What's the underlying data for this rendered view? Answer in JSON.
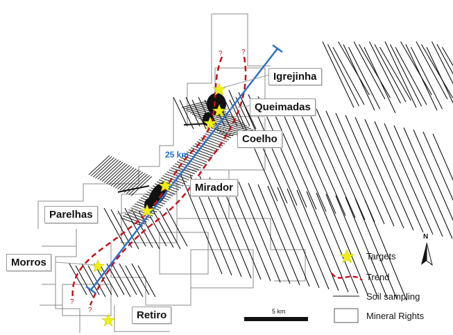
{
  "targets": [
    "Igrejinha",
    "Queimadas",
    "Coelho",
    "Mirador",
    "Parelhas",
    "Morros",
    "Retiro"
  ],
  "distance_label": "25 km",
  "legend": {
    "targets": "Targets",
    "trend": "Trend",
    "soil_sampling": "Soil sampling",
    "mineral_rights": "Mineral Rights"
  },
  "scale_label": "5 km",
  "north_label": "N",
  "colors": {
    "target_star": "#f0f010",
    "trend": "#c8101a",
    "profile_line": "#2a72c8",
    "distance_text": "#1f6fc4"
  },
  "icons": [
    "star-icon",
    "north-arrow-icon"
  ]
}
